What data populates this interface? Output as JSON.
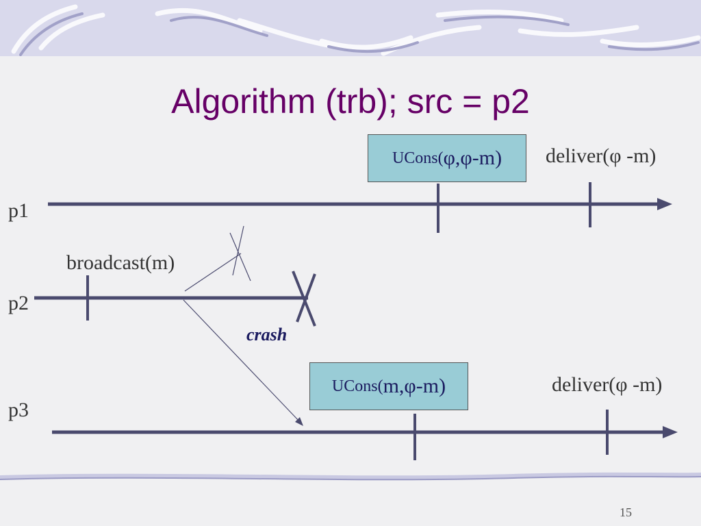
{
  "slide": {
    "title": "Algorithm (trb); src = p2",
    "page_number": "15"
  },
  "processes": [
    {
      "label": "p1"
    },
    {
      "label": "p2"
    },
    {
      "label": "p3"
    }
  ],
  "events": {
    "p1_ucons_prefix": "UCons(",
    "p1_ucons_args": "φ,φ-m)",
    "p1_deliver": "deliver(φ -m)",
    "p2_broadcast": "broadcast(m)",
    "p2_crash": "crash",
    "p3_ucons_prefix": "UCons(",
    "p3_ucons_args": "m,φ-m)",
    "p3_deliver": "deliver(φ -m)"
  },
  "colors": {
    "title": "#660066",
    "timeline": "#4a4a6e",
    "box_fill": "#99ccd6"
  }
}
